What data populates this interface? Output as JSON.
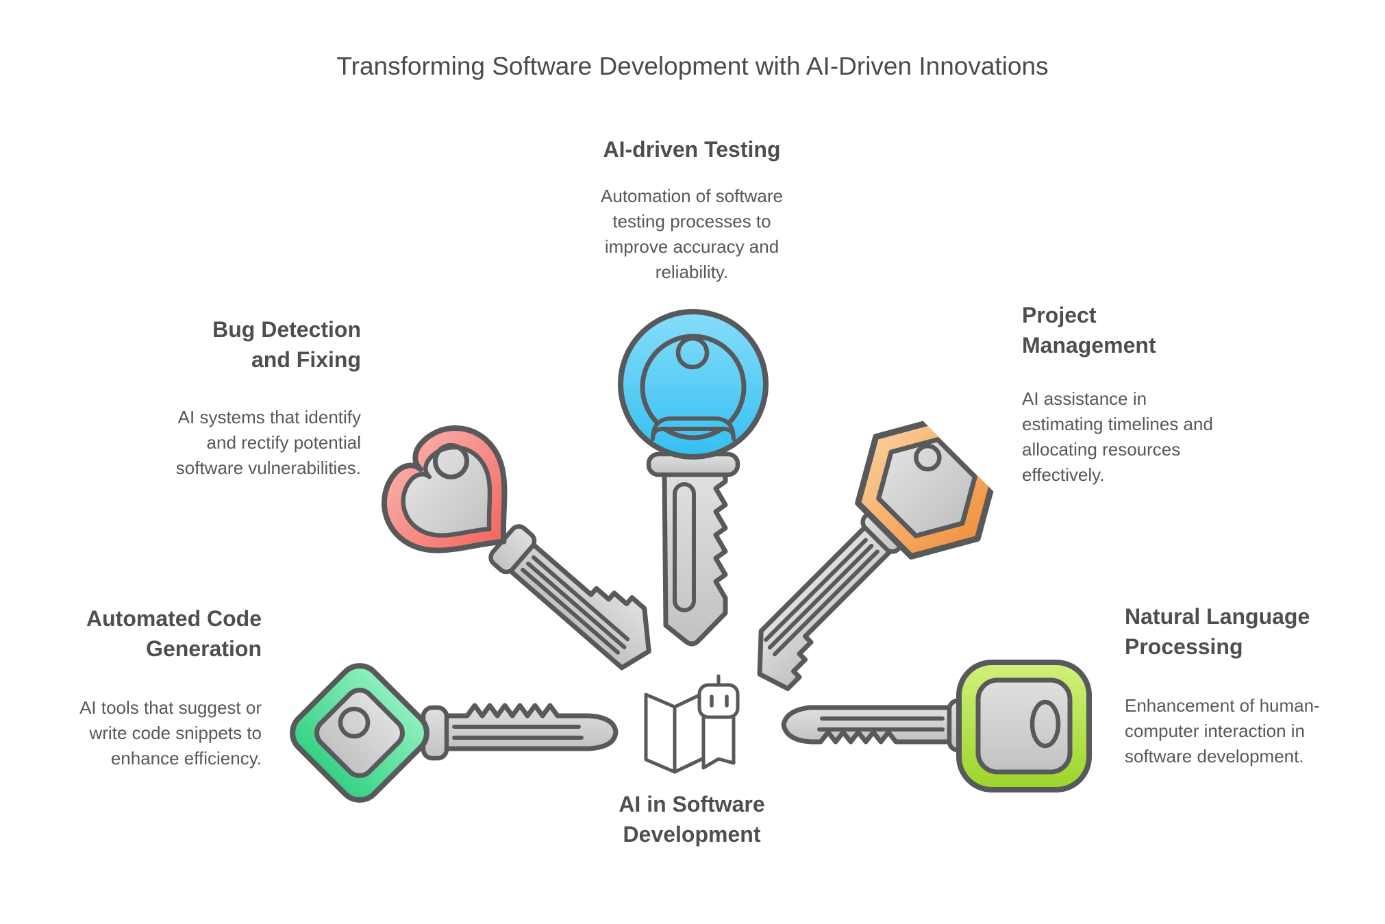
{
  "title": "Transforming Software Development with AI-Driven Innovations",
  "colors": {
    "background": "#FFFFFF",
    "outline": "#58595B",
    "heading_text": "#4E4E50",
    "body_text": "#58585B",
    "gray_light": "#E0E0E0",
    "gray_dark": "#C2C2C2"
  },
  "center": {
    "heading": "AI in Software\nDevelopment",
    "icon": "map-robot-icon"
  },
  "sections": [
    {
      "id": "ai-driven-testing",
      "heading": "AI-driven Testing",
      "body": "Automation of software\ntesting processes to\nimprove accuracy and\nreliability.",
      "icon": "round-key-icon",
      "color_light": "#87DDF9",
      "color_dark": "#34BFF2",
      "color_mid": "#45C6F4"
    },
    {
      "id": "bug-detection-and-fixing",
      "heading": "Bug Detection\nand Fixing",
      "body": "AI systems that identify\nand rectify potential\nsoftware vulnerabilities.",
      "icon": "heart-key-icon",
      "color_light": "#FBA8A3",
      "color_dark": "#F4665F"
    },
    {
      "id": "project-management",
      "heading": "Project\nManagement",
      "body": "AI assistance in\nestimating timelines and\nallocating resources\neffectively.",
      "icon": "hexagon-key-icon",
      "color_light": "#FBCD97",
      "color_dark": "#F0913D"
    },
    {
      "id": "automated-code-generation",
      "heading": "Automated Code\nGeneration",
      "body": "AI tools that suggest or\nwrite code snippets to\nenhance efficiency.",
      "icon": "diamond-key-icon",
      "color_light": "#8FF0BE",
      "color_dark": "#35D184"
    },
    {
      "id": "natural-language-processing",
      "heading": "Natural Language\nProcessing",
      "body": "Enhancement of human-\ncomputer interaction in\nsoftware development.",
      "icon": "square-key-icon",
      "color_light": "#D2F07C",
      "color_dark": "#9CD42B"
    }
  ]
}
